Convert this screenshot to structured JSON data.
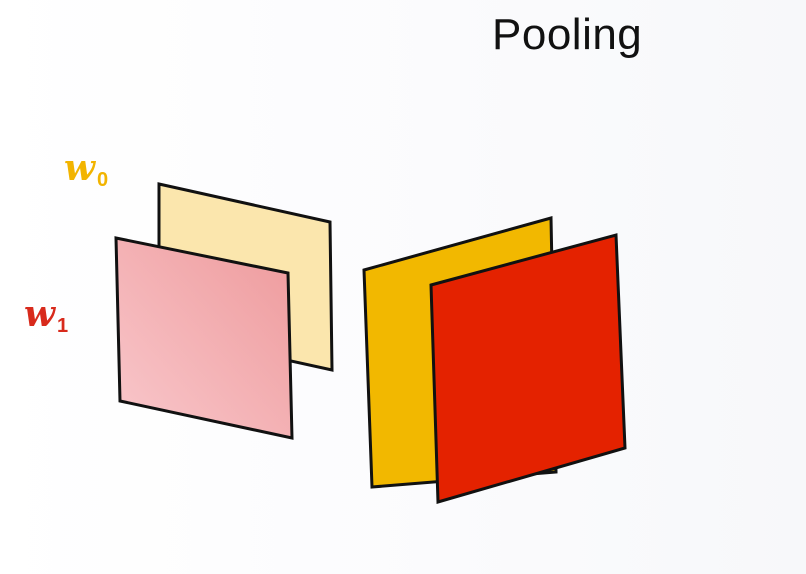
{
  "title": "Pooling",
  "labels": [
    {
      "name": "w",
      "subscript": "0",
      "color": "#f2b400"
    },
    {
      "name": "w",
      "subscript": "1",
      "color": "#d82a1c"
    }
  ],
  "colors": {
    "w0_weight_plane": "#fbe6ad",
    "w1_weight_plane_light": "#f9c8cc",
    "w1_weight_plane_dark": "#ee9a9c",
    "w0_output_plane": "#f2b800",
    "w1_output_plane": "#e42200",
    "outline": "#111111"
  }
}
